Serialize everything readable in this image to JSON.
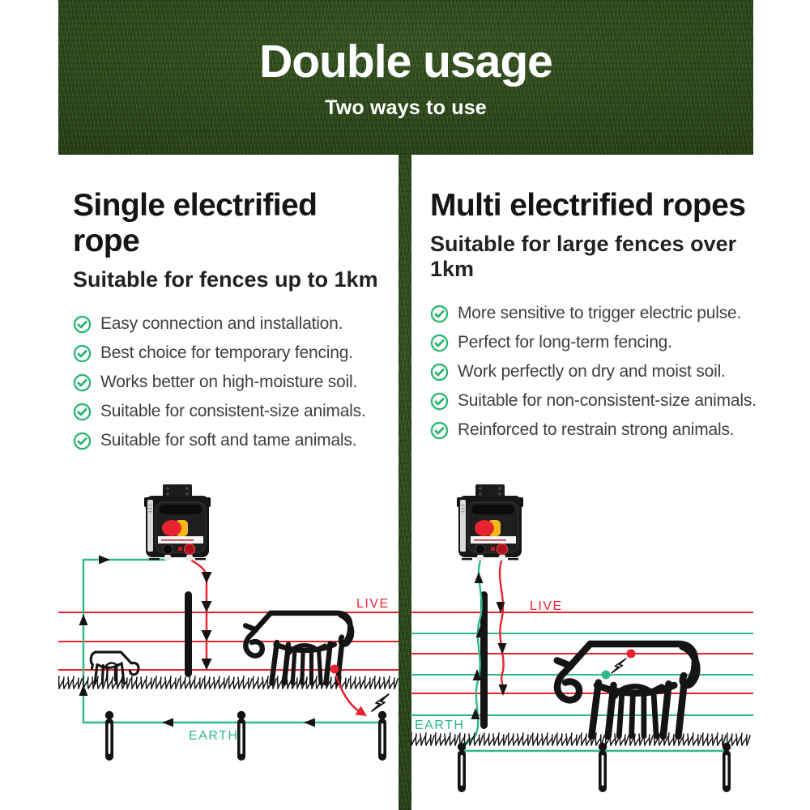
{
  "banner": {
    "title": "Double usage",
    "subtitle": "Two ways to use"
  },
  "columns": {
    "left": {
      "title": "Single electrified rope",
      "subtitle": "Suitable for fences up to 1km",
      "bullets": [
        "Easy connection and installation.",
        "Best choice for temporary fencing.",
        "Works better on high-moisture soil.",
        "Suitable for consistent-size animals.",
        "Suitable for soft and tame animals."
      ]
    },
    "right": {
      "title": "Multi electrified ropes",
      "subtitle": "Suitable for large fences over 1km",
      "bullets": [
        "More sensitive to trigger electric pulse.",
        "Perfect for long-term fencing.",
        "Work perfectly on dry and moist soil.",
        "Suitable for non-consistent-size animals.",
        "Reinforced to restrain strong animals."
      ]
    }
  },
  "diagrams": {
    "left": {
      "live_label": "LIVE",
      "earth_label": "EARTH"
    },
    "right": {
      "live_label": "LIVE",
      "earth_label": "EARTH"
    }
  },
  "icons": {
    "bullet": "check-circle-icon",
    "shock": "lightning-icon"
  },
  "colors": {
    "live_red": "#e8232e",
    "earth_green": "#2db98a",
    "check_green": "#2bb673",
    "banner_grass_green": "#2c491e",
    "heading_text": "#151515",
    "body_text": "#3f3f3f"
  }
}
